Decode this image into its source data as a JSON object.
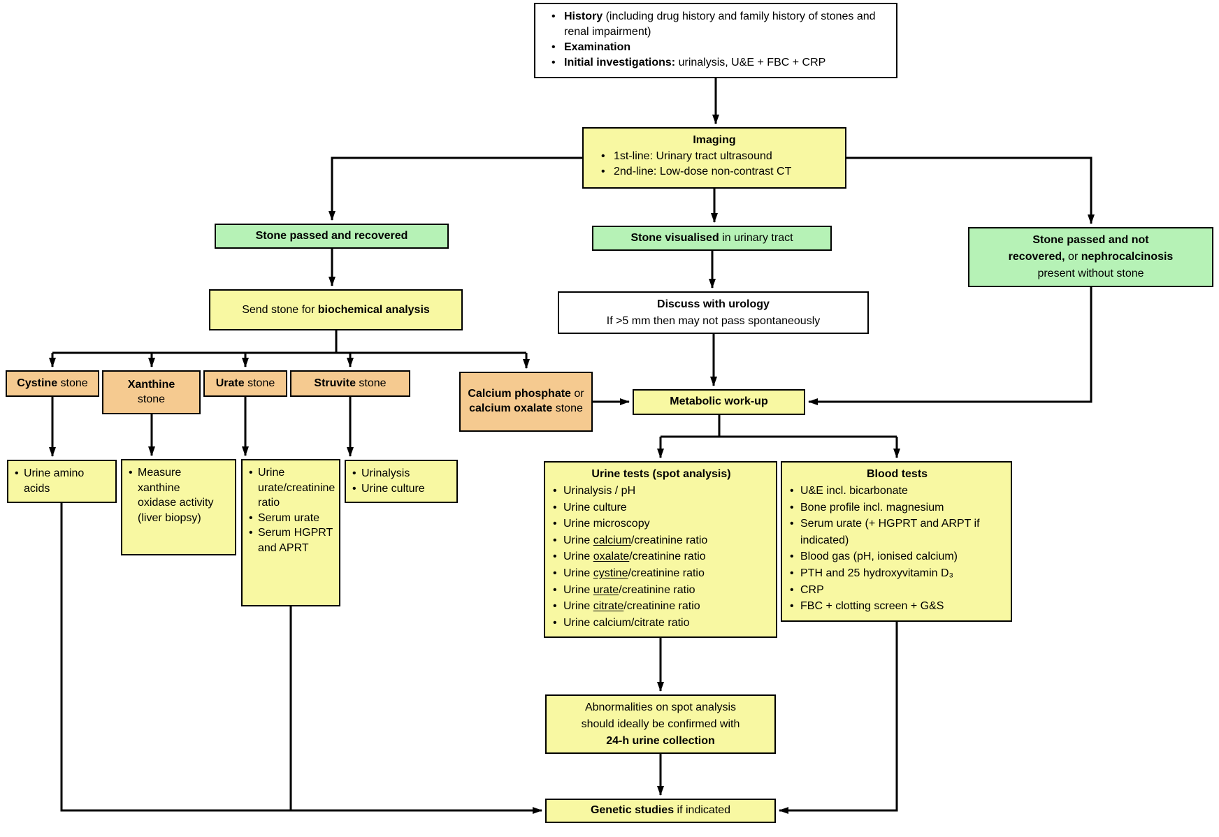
{
  "colors": {
    "yellow": "#F8F8A2",
    "green": "#B6F2B6",
    "orange": "#F5CA90",
    "white": "#FFFFFF",
    "line": "#000000"
  },
  "boxes": {
    "initial": {
      "bullets": [
        {
          "bold": "History",
          "rest": " (including drug history and family history of stones and renal impairment)"
        },
        {
          "bold": "Examination",
          "rest": ""
        },
        {
          "bold": "Initial investigations:",
          "rest": " urinalysis, U&E + FBC + CRP"
        }
      ]
    },
    "imaging": {
      "title": "Imaging",
      "bullets": [
        "1st-line: Urinary tract ultrasound",
        "2nd-line: Low-dose non-contrast CT"
      ]
    },
    "stone_recovered": {
      "bold": "Stone passed and recovered"
    },
    "stone_visualised": {
      "bold": "Stone visualised",
      "rest": " in urinary tract"
    },
    "stone_not_recovered": {
      "line1_bold": "Stone passed and not",
      "line2_bold": "recovered,",
      "line2_mid": " or ",
      "line2_bold2": "nephrocalcinosis",
      "line3": "present without stone"
    },
    "send_stone": {
      "rest": "Send stone for ",
      "bold": "biochemical analysis"
    },
    "discuss": {
      "bold_line": "Discuss with urology",
      "rest_line": "If >5 mm then may not pass spontaneously"
    },
    "cystine": {
      "bold": "Cystine",
      "rest": " stone"
    },
    "xanthine": {
      "bold": "Xanthine",
      "rest": " stone"
    },
    "urate": {
      "bold": "Urate",
      "rest": " stone"
    },
    "struvite": {
      "bold": "Struvite",
      "rest": " stone"
    },
    "calcium": {
      "bold1": "Calcium phosphate",
      "rest1": " or ",
      "bold2": "calcium oxalate",
      "rest2": " stone"
    },
    "metabolic": {
      "bold": "Metabolic work-up"
    },
    "urine_tests": {
      "title": "Urine tests (spot analysis)",
      "items": [
        {
          "pre": "Urinalysis / pH",
          "u": "",
          "post": ""
        },
        {
          "pre": "Urine culture",
          "u": "",
          "post": ""
        },
        {
          "pre": "Urine microscopy",
          "u": "",
          "post": ""
        },
        {
          "pre": "Urine ",
          "u": "calcium",
          "post": "/creatinine ratio"
        },
        {
          "pre": "Urine ",
          "u": "oxalate",
          "post": "/creatinine ratio"
        },
        {
          "pre": "Urine ",
          "u": "cystine",
          "post": "/creatinine ratio"
        },
        {
          "pre": "Urine ",
          "u": "urate",
          "post": "/creatinine ratio"
        },
        {
          "pre": "Urine ",
          "u": "citrate",
          "post": "/creatinine ratio"
        },
        {
          "pre": "Urine calcium/citrate ratio",
          "u": "",
          "post": ""
        }
      ]
    },
    "blood_tests": {
      "title": "Blood tests",
      "items": [
        "U&E incl. bicarbonate",
        "Bone profile incl. magnesium",
        "Serum urate (+ HGPRT and ARPT if indicated)",
        "Blood gas (pH, ionised calcium)",
        "PTH and 25 hydroxyvitamin D₃",
        "CRP",
        "FBC + clotting screen + G&S"
      ]
    },
    "cystine_tests": {
      "items": [
        "Urine amino acids"
      ]
    },
    "xanthine_tests": {
      "items": [
        "Measure xanthine oxidase activity (liver biopsy)"
      ]
    },
    "urate_tests": {
      "items": [
        "Urine urate/creatinine ratio",
        "Serum urate",
        "Serum HGPRT and APRT"
      ]
    },
    "struvite_tests": {
      "items": [
        "Urinalysis",
        "Urine culture"
      ]
    },
    "abnormalities": {
      "line1": "Abnormalities on spot analysis",
      "line2": "should ideally be confirmed with",
      "bold_line": "24-h urine collection"
    },
    "genetic": {
      "bold": "Genetic studies",
      "rest": " if indicated"
    }
  }
}
